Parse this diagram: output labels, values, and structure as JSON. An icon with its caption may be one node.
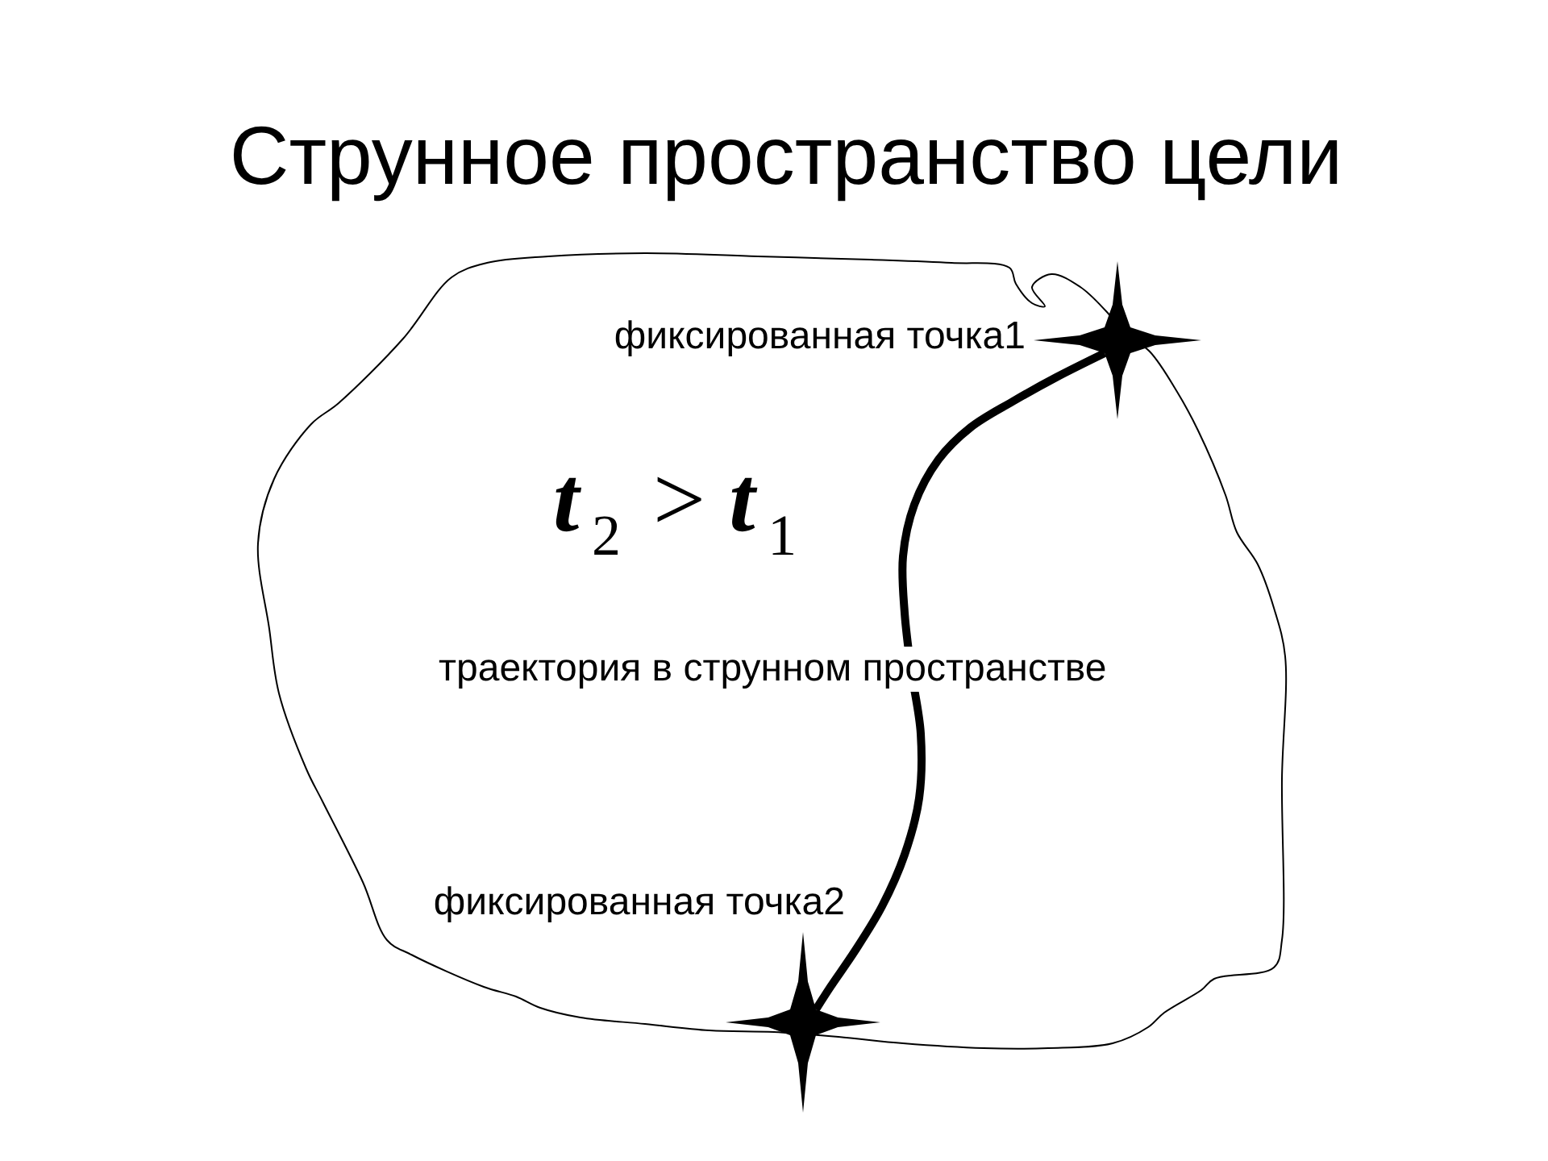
{
  "diagram": {
    "title": "Струнное пространство цели",
    "nodes": [
      {
        "text": [
          "*t*$_{2}$ > *t*$_{1}$"
        ]
      },
      {
        "text": [],
        "shape": "star",
        "in": 0,
        "beside": [
          "фиксированная точка1"
        ]
      },
      {
        "text": [],
        "shape": "star",
        "in": 0,
        "beside": [
          "фиксированная точка2"
        ]
      }
    ],
    "edges": [
      {
        "from": 1,
        "to": 2,
        "arrow": "none",
        "label": "траектория в струнном пространстве"
      }
    ]
  }
}
